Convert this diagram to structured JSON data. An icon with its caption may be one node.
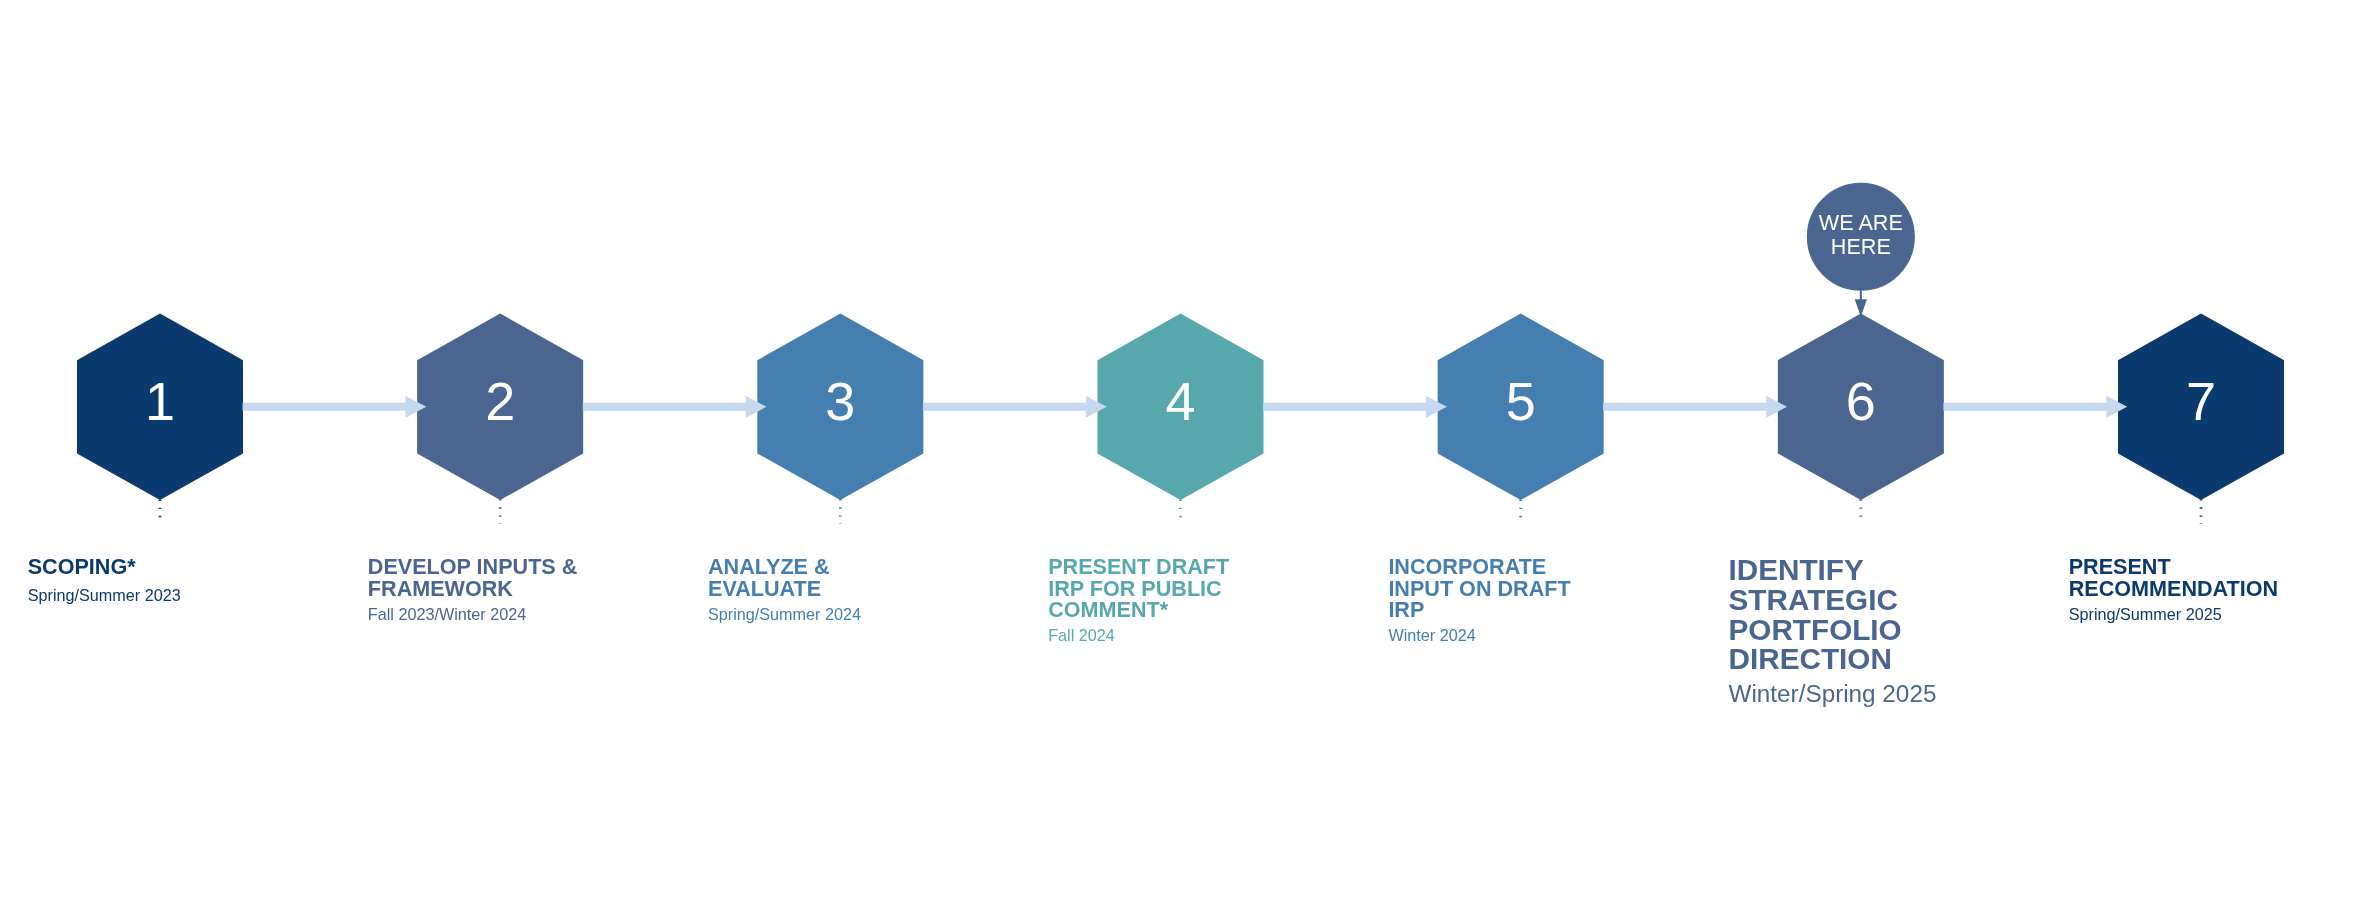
{
  "diagram": {
    "nodes": [
      {
        "text": [
          "1"
        ]
      },
      {
        "text": [
          "2"
        ]
      },
      {
        "text": [
          "3"
        ]
      },
      {
        "text": [
          "4"
        ]
      },
      {
        "text": [
          "5"
        ]
      },
      {
        "text": [
          "6"
        ]
      },
      {
        "text": [
          "7"
        ]
      },
      {
        "text": [
          "SCOPING*",
          "Spring/Summer 2023"
        ]
      },
      {
        "text": [
          "DEVELOP INPUTS & FRAMEWORK",
          "Fall 2023/Winter 2024"
        ]
      },
      {
        "text": [
          "ANALYZE & EVALUATE",
          "Spring/Summer 2024"
        ]
      },
      {
        "text": [
          "PRESENT DRAFT IRP FOR PUBLIC COMMENT*",
          "Fall 2024"
        ]
      },
      {
        "text": [
          "INCORPORATE INPUT ON DRAFT IRP",
          "Winter 2024"
        ]
      },
      {
        "text": [
          "IDENTIFY STRATEGIC PORTFOLIO DIRECTION",
          "Winter/Spring 2025"
        ]
      },
      {
        "text": [
          "PRESENT RECOMMENDATION",
          "Spring/Summer 2025"
        ]
      },
      {
        "text": [
          "WE ARE HERE"
        ]
      }
    ],
    "edges": [
      {
        "from": 0,
        "to": 1,
        "arrow": "to",
        "style": "thick"
      },
      {
        "from": 1,
        "to": 2,
        "arrow": "to",
        "style": "thick"
      },
      {
        "from": 2,
        "to": 3,
        "arrow": "to",
        "style": "thick"
      },
      {
        "from": 3,
        "to": 4,
        "arrow": "to",
        "style": "thick"
      },
      {
        "from": 4,
        "to": 5,
        "arrow": "to",
        "style": "thick"
      },
      {
        "from": 5,
        "to": 6,
        "arrow": "to",
        "style": "thick"
      },
      {
        "from": 0,
        "to": 7,
        "arrow": "none",
        "style": "dashed",
        "color": "#0b3a6e"
      },
      {
        "from": 1,
        "to": 8,
        "arrow": "none",
        "style": "dashed",
        "color": "#4a6690"
      },
      {
        "from": 2,
        "to": 9,
        "arrow": "none",
        "style": "dashed",
        "color": "#457fb0"
      },
      {
        "from": 3,
        "to": 10,
        "arrow": "none",
        "style": "dashed",
        "color": "#57a8ad"
      },
      {
        "from": 4,
        "to": 11,
        "arrow": "none",
        "style": "dashed",
        "color": "#457fb0"
      },
      {
        "from": 5,
        "to": 12,
        "arrow": "none",
        "style": "dashed",
        "color": "#4a6690"
      },
      {
        "from": 6,
        "to": 13,
        "arrow": "none",
        "style": "dashed",
        "color": "#0b3a6e"
      },
      {
        "from": 14,
        "to": 5,
        "arrow": "to",
        "color": "#4a6690"
      }
    ]
  }
}
